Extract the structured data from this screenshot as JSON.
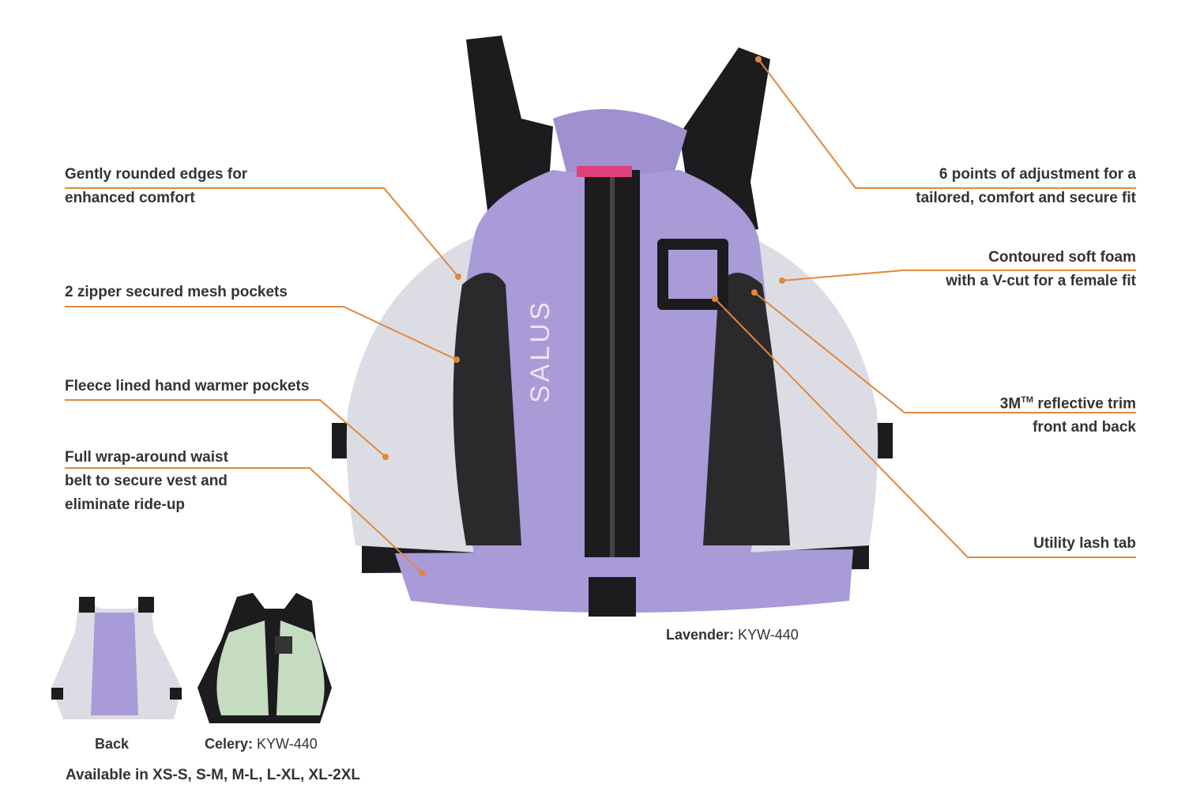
{
  "callouts_left": [
    {
      "lines": [
        "Gently rounded edges for",
        "enhanced comfort"
      ]
    },
    {
      "lines": [
        "2 zipper secured mesh pockets"
      ]
    },
    {
      "lines": [
        "Fleece lined hand warmer pockets"
      ]
    },
    {
      "lines": [
        "Full wrap-around waist",
        "belt to secure vest and",
        "eliminate ride-up"
      ]
    }
  ],
  "callouts_right": [
    {
      "lines": [
        "6 points of adjustment for a",
        "tailored, comfort and secure fit"
      ]
    },
    {
      "lines": [
        "Contoured soft foam",
        "with a V-cut for a female fit"
      ]
    },
    {
      "lines": [
        "3M",
        "TM",
        " reflective trim",
        "front and back"
      ]
    },
    {
      "lines": [
        "Utility lash tab"
      ]
    }
  ],
  "main_caption": {
    "color_label": "Lavender:",
    "model": "KYW-440"
  },
  "thumbnails": [
    {
      "label": "Back"
    },
    {
      "color_label": "Celery:",
      "model": "KYW-440"
    }
  ],
  "sizes": "Available in XS-S, S-M, M-L, L-XL, XL-2XL",
  "logo_text": "SALUS",
  "colors": {
    "leader": "#e0883a",
    "lavender": "#a99ad8",
    "celery": "#c5dcc0",
    "grey_panel": "#dcdde4"
  }
}
